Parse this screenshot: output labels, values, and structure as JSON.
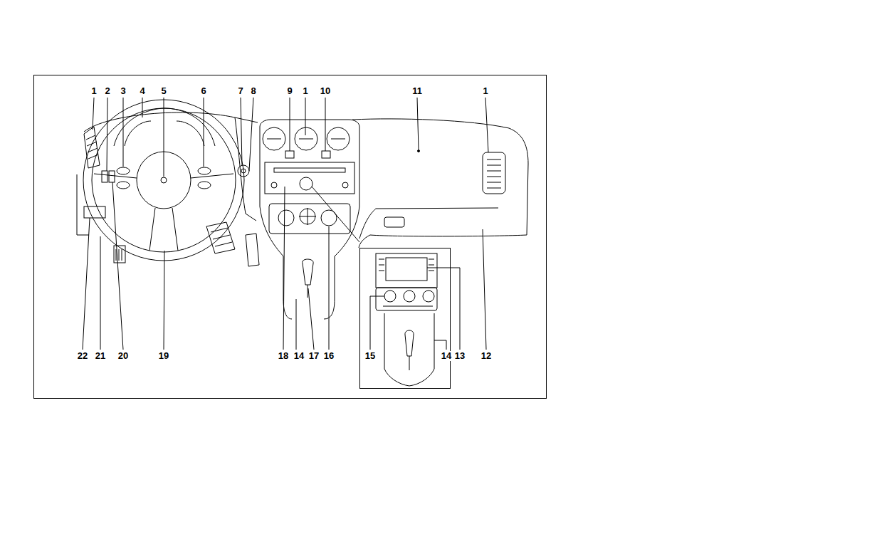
{
  "diagram": {
    "labels": [
      "1",
      "2",
      "3",
      "4",
      "5",
      "6",
      "7",
      "8",
      "9",
      "1",
      "10",
      "11",
      "1",
      "22",
      "21",
      "20",
      "19",
      "18",
      "14",
      "17",
      "16",
      "15",
      "14",
      "13",
      "12"
    ]
  }
}
